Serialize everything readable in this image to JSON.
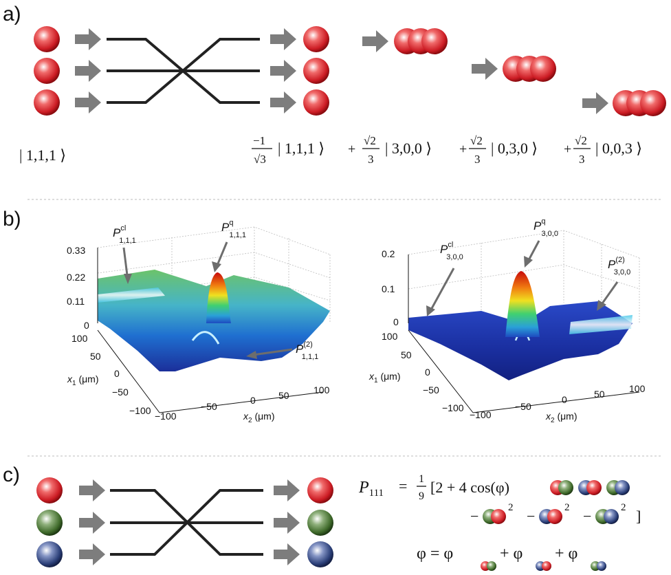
{
  "panels": {
    "a": {
      "label": "a)",
      "input_state": "| 1,1,1 ⟩",
      "output_terms": [
        {
          "coef_num": "−1",
          "coef_den": "√3",
          "ket": "| 1,1,1 ⟩",
          "sign": ""
        },
        {
          "coef_num": "√2",
          "coef_den": "3",
          "ket": "| 3,0,0 ⟩",
          "sign": "+"
        },
        {
          "coef_num": "√2",
          "coef_den": "3",
          "ket": "| 0,3,0 ⟩",
          "sign": "+"
        },
        {
          "coef_num": "√2",
          "coef_den": "3",
          "ket": "| 0,0,3 ⟩",
          "sign": "+"
        }
      ]
    },
    "b": {
      "label": "b)",
      "left_plot": {
        "z_ticks": [
          "0.33",
          "0.22",
          "0.11",
          "0"
        ],
        "x1_ticks": [
          "100",
          "50",
          "0",
          "−50",
          "−100"
        ],
        "x2_ticks": [
          "−100",
          "−50",
          "0",
          "50",
          "100"
        ],
        "x1_label": "x",
        "x1_sub": "1",
        "x1_unit": " (μm)",
        "x2_label": "x",
        "x2_sub": "2",
        "x2_unit": " (μm)",
        "annotations": [
          {
            "main": "P",
            "sup": "cl",
            "sub": "1,1,1"
          },
          {
            "main": "P",
            "sup": "q",
            "sub": "1,1,1"
          },
          {
            "main": "P",
            "sup": "(2)",
            "sub": "1,1,1"
          }
        ]
      },
      "right_plot": {
        "z_ticks": [
          "0.2",
          "0.1",
          "0"
        ],
        "x1_ticks": [
          "100",
          "50",
          "0",
          "−50",
          "−100"
        ],
        "x2_ticks": [
          "−100",
          "−50",
          "0",
          "50",
          "100"
        ],
        "x1_label": "x",
        "x1_sub": "1",
        "x1_unit": " (μm)",
        "x2_label": "x",
        "x2_sub": "2",
        "x2_unit": " (μm)",
        "annotations": [
          {
            "main": "P",
            "sup": "cl",
            "sub": "3,0,0"
          },
          {
            "main": "P",
            "sup": "q",
            "sub": "3,0,0"
          },
          {
            "main": "P",
            "sup": "(2)",
            "sub": "3,0,0"
          }
        ]
      }
    },
    "c": {
      "label": "c)",
      "p_symbol": "P",
      "p_sub": "111",
      "eq_equals": "=",
      "frac_num": "1",
      "frac_den": "9",
      "bracket_open": "[2 + 4 cos(φ)",
      "line2_minus": "−",
      "exp_2": "2",
      "bracket_close": "]",
      "phi_eq": "φ = φ",
      "phi_plus": "+ φ",
      "phi_plus2": "+ φ"
    }
  },
  "colors": {
    "red": "#d0202a",
    "green": "#3f6a2a",
    "blue": "#2b3f78",
    "arrow": "#7d7d7d",
    "line": "#222222",
    "divider": "#bbbbbb"
  }
}
